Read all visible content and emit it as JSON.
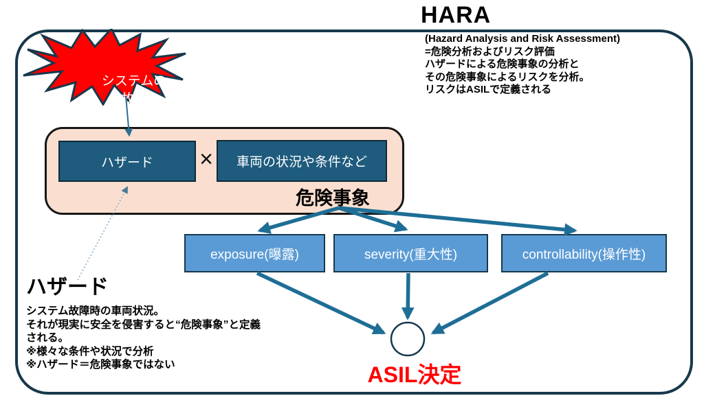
{
  "hara": {
    "title": "HARA",
    "lines": [
      "(Hazard Analysis and Risk Assessment)",
      "=危険分析およびリスク評価",
      "ハザードによる危険事象の分析と",
      "その危険事象によるリスクを分析。",
      "リスクはASILで定義される"
    ]
  },
  "starburst": {
    "lines": [
      "システムの",
      "故障"
    ]
  },
  "event": {
    "hazard_label": "ハザード",
    "multiply_sign": "×",
    "conditions_label": "車両の状況や条件など",
    "caption": "危険事象"
  },
  "factors": [
    {
      "label": "exposure(曝露)"
    },
    {
      "label": "severity(重大性)"
    },
    {
      "label": "controllability(操作性)"
    }
  ],
  "asil": {
    "label": "ASIL決定"
  },
  "note": {
    "title": "ハザード",
    "lines": [
      "システム故障時の車両状況。",
      "それが現実に安全を侵害すると“危険事象”と定義",
      "される。",
      "※様々な条件や状況で分析",
      "※ハザード＝危険事象ではない"
    ]
  },
  "colors": {
    "frame_navy": "#17384C",
    "starburst_red": "#FF0000",
    "peach_fill": "#FADFD0",
    "dark_teal_box": "#1E5B7D",
    "light_blue_box": "#5B9BD5",
    "arrow_teal": "#1E6E96",
    "asil_red": "#FF0000"
  }
}
